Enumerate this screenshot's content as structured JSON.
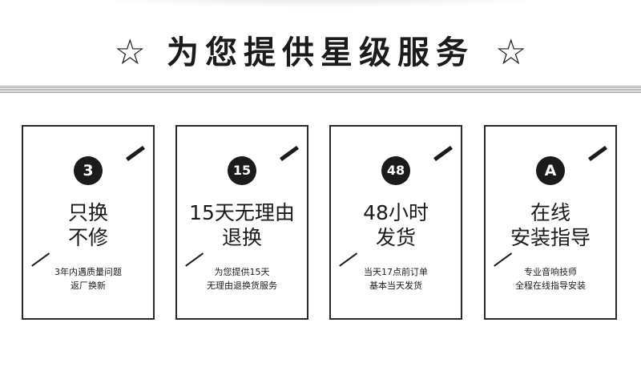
{
  "header": {
    "star_left": "☆",
    "title": "为您提供星级服务",
    "star_right": "☆"
  },
  "cards": [
    {
      "badge": "3",
      "headline": [
        "只换",
        "不修"
      ],
      "detail": [
        "3年内遇质量问题",
        "返厂换新"
      ]
    },
    {
      "badge": "15",
      "headline": [
        "15天无理由",
        "退换"
      ],
      "detail": [
        "为您提供15天",
        "无理由退换货服务"
      ]
    },
    {
      "badge": "48",
      "headline": [
        "48小时",
        "发货"
      ],
      "detail": [
        "当天17点前订单",
        "基本当天发货"
      ]
    },
    {
      "badge": "A",
      "headline": [
        "在线",
        "安装指导"
      ],
      "detail": [
        "专业音响技师",
        "全程在线指导安装"
      ]
    }
  ]
}
